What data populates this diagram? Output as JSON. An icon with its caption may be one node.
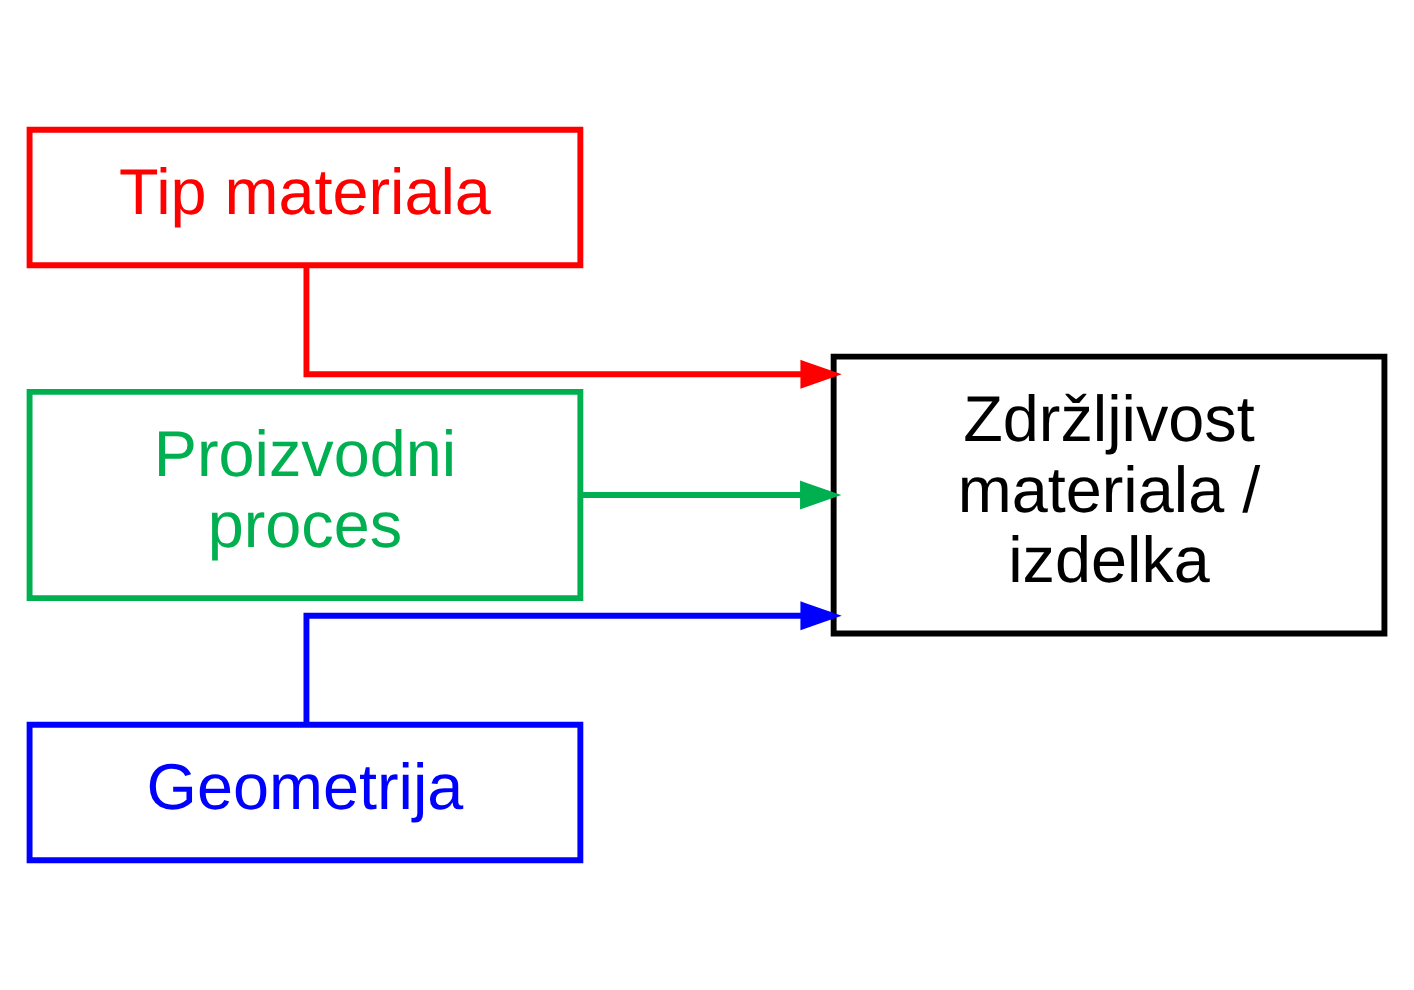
{
  "diagram": {
    "nodes": [
      {
        "text": [
          "Tip materiala"
        ]
      },
      {
        "text": [
          "Proizvodni proces"
        ]
      },
      {
        "text": [
          "Zdržljivost materiala / izdelka"
        ]
      },
      {
        "text": [
          "Geometrija"
        ]
      }
    ],
    "edges": [
      {
        "from": 0,
        "to": 2,
        "arrow": "to",
        "color": "#ff0000"
      },
      {
        "from": 1,
        "to": 2,
        "arrow": "to",
        "color": "#00b050"
      },
      {
        "from": 3,
        "to": 2,
        "arrow": "to",
        "color": "#0000ff"
      }
    ]
  }
}
